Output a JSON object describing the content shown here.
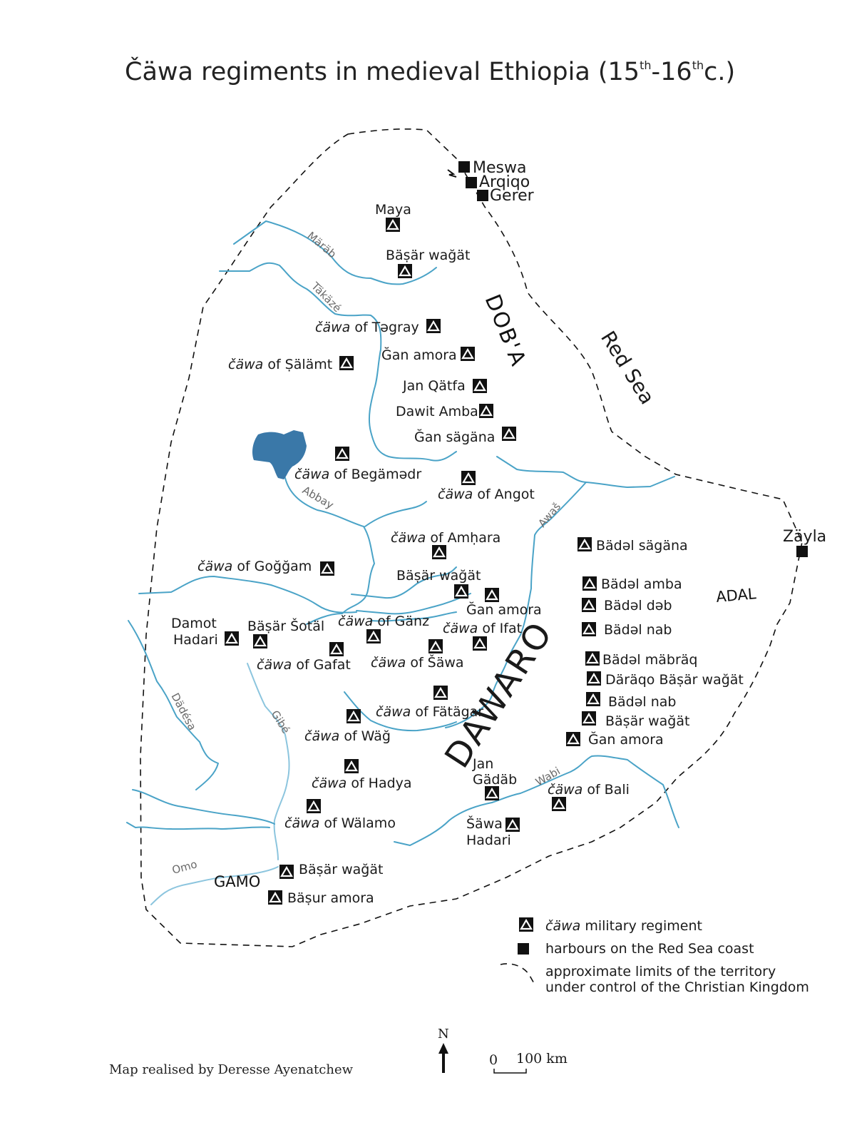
{
  "title": {
    "main": "Čäwa regiments in medieval Ethiopia (15",
    "sup1": "th",
    "dash": "-16",
    "sup2": "th",
    "end": "c.)"
  },
  "colors": {
    "river": "#4aa3c7",
    "lake": "#3a78a8",
    "ink": "#111111"
  },
  "icons": {
    "regiment": "triangle-tent-icon",
    "harbour": "square-icon"
  },
  "harbours": {
    "meswa": "Meswa",
    "arqiqo": "Arqiqo",
    "gerer": "Gerer",
    "zayla": "Zäyla"
  },
  "regions": {
    "doba": "DOB'A",
    "dawaro": "DAWARO",
    "adal": "ADAL",
    "gamo": "GAMO",
    "red_sea": "Red Sea"
  },
  "rivers": {
    "marab": "Märäb",
    "takaze": "Täkäzé",
    "abbay": "Abbay",
    "awas": "Awaš",
    "dadesa": "Dädésa",
    "gibe": "Gibé",
    "wabi": "Wabi",
    "omo": "Omo"
  },
  "regiments": {
    "maya": "Maya",
    "basar_wagat_1": "Bäṣär wağät",
    "cawa": "čäwa",
    "tegray": " of Təgray",
    "gan_amora_1": "Ğan amora",
    "salamt": " of Ṣälämt",
    "jan_qatfa": "Jan Qätfa",
    "dawit_amba": "Dawit Amba",
    "gan_sagana": "Ğan sägäna",
    "begamedr": " of Begämədr",
    "angot": " of Angot",
    "amhara": " of Amḥara",
    "goggam": " of Goğğam",
    "basar_wagat_2": "Bäṣär wağät",
    "gan_amora_2": "Ğan amora",
    "damot": "Damot",
    "hadari": "Hadari",
    "basar_sotal": "Bäṣär Šotäl",
    "ganz": " of Gänz",
    "ifat": " of Ifat",
    "gafat": " of Gafat",
    "sawa": " of Šäwa",
    "fatagar": " of Fätägar",
    "wag": " of Wäğ",
    "hadya": " of Hadya",
    "walamo": " of Wälamo",
    "jan": "Jan",
    "gadab": "Gädäb",
    "bali": " of Bali",
    "sawa_hadari_1": "Šäwa",
    "sawa_hadari_2": "Hadari",
    "basar_wagat_3": "Bäṣär wağät",
    "basur_amora": "Bäṣur amora",
    "badal_sagana": "Bädəl sägäna",
    "badal_amba": "Bädəl amba",
    "badal_dab": "Bädəl dəb",
    "badal_nab_1": "Bädəl nab",
    "badal_mabraq": "Bädəl mäbräq",
    "daraqo": "Däräqo Bäṣär wağät",
    "badal_nab_2": "Bädəl nab",
    "basar_wagat_4": "Bäṣär wağät",
    "gan_amora_3": "Ğan amora"
  },
  "legend": {
    "regiment_italic": "čäwa",
    "regiment_rest": " military regiment",
    "harbour": "harbours on the Red Sea coast",
    "limits_1": "approximate limits of the territory",
    "limits_2": "under control of the Christian Kingdom"
  },
  "north": "N",
  "scale": {
    "zero": "0",
    "label": "100 km"
  },
  "credit": "Map realised by Deresse Ayenatchew"
}
